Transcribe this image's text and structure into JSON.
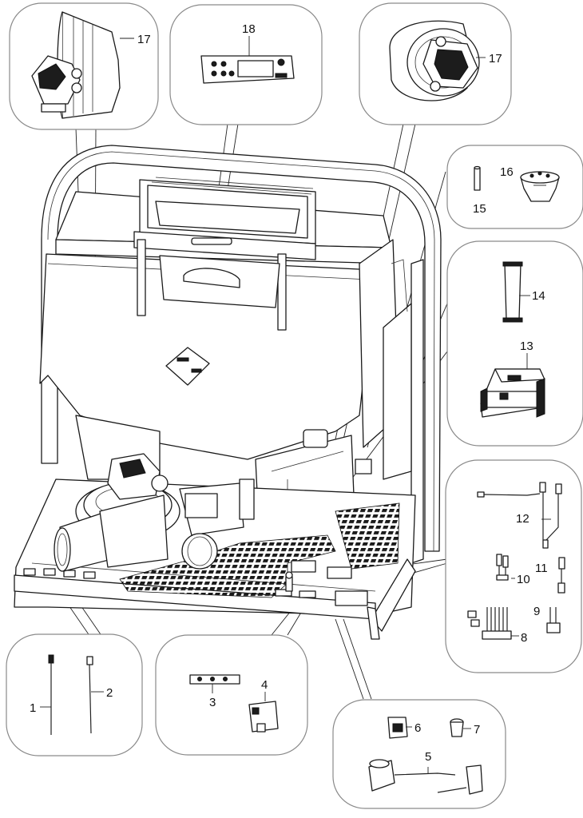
{
  "labels": {
    "p1": "1",
    "p2": "2",
    "p3": "3",
    "p4": "4",
    "p5": "5",
    "p6": "6",
    "p7": "7",
    "p8": "8",
    "p9": "9",
    "p10": "10",
    "p11": "11",
    "p12": "12",
    "p13": "13",
    "p14": "14",
    "p15": "15",
    "p16": "16",
    "p17a": "17",
    "p17b": "17",
    "p18": "18"
  }
}
